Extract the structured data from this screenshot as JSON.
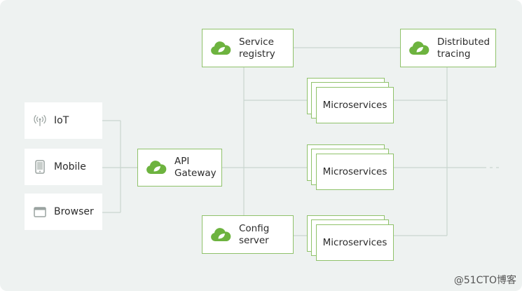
{
  "clients": [
    {
      "label": "IoT",
      "icon": "antenna-icon"
    },
    {
      "label": "Mobile",
      "icon": "mobile-phone-icon"
    },
    {
      "label": "Browser",
      "icon": "browser-window-icon"
    }
  ],
  "gateway": {
    "line1": "API",
    "line2": "Gateway",
    "icon": "spring-cloud-icon"
  },
  "service_registry": {
    "line1": "Service",
    "line2": "registry",
    "icon": "spring-cloud-icon"
  },
  "config_server": {
    "line1": "Config",
    "line2": "server",
    "icon": "spring-cloud-icon"
  },
  "distributed_tracing": {
    "line1": "Distributed",
    "line2": "tracing",
    "icon": "spring-cloud-icon"
  },
  "microservices": [
    {
      "label": "Microservices"
    },
    {
      "label": "Microservices"
    },
    {
      "label": "Microservices"
    }
  ],
  "watermark": "@51CTO博客",
  "colors": {
    "background": "#eef2f1",
    "accent_green": "#6db33f",
    "border_green": "#8fc26a",
    "connector": "#c9d6cf",
    "text": "#2b2b2b"
  }
}
